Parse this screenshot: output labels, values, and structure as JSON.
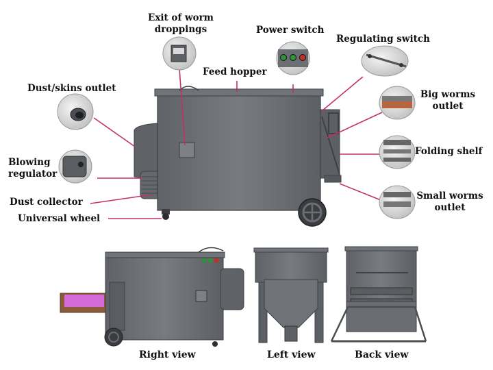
{
  "labels": {
    "exit_worm_droppings": "Exit of worm\ndroppings",
    "power_switch": "Power switch",
    "regulating_switch": "Regulating switch",
    "feed_hopper": "Feed hopper",
    "dust_skins_outlet": "Dust/skins outlet",
    "big_worms_outlet": "Big worms\noutlet",
    "folding_shelf": "Folding shelf",
    "blowing_regulator": "Blowing\nregulator",
    "dust_collector": "Dust collector",
    "universal_wheel": "Universal wheel",
    "small_worms_outlet": "Small worms\noutlet"
  },
  "views": {
    "right": "Right view",
    "left": "Left view",
    "back": "Back view"
  },
  "colors": {
    "machine_gray": "#6b6e72",
    "machine_dark": "#55585c",
    "leader_line": "#c0306a",
    "tray_pink": "#d36ad8",
    "tray_wood": "#8a5a3a",
    "switch_green": "#2f8f3a",
    "switch_red": "#c0302a"
  }
}
